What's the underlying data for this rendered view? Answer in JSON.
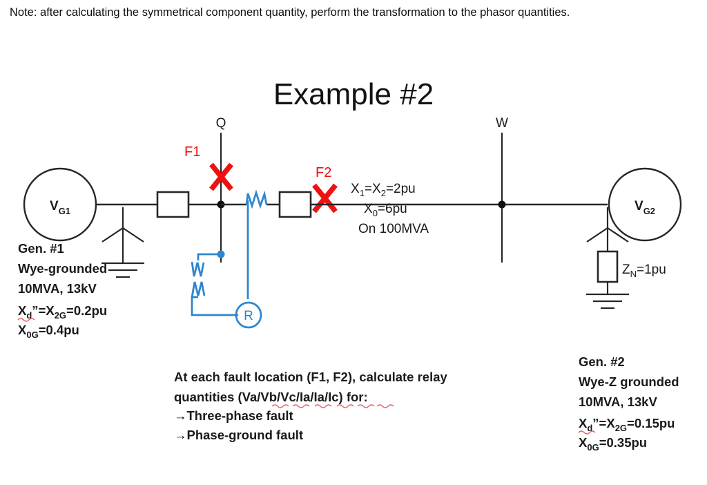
{
  "note": "Note: after calculating the symmetrical component quantity, perform the transformation to the phasor quantities.",
  "title": "Example #2",
  "colors": {
    "fault_red": "#ee1111",
    "relay_blue": "#2e86d0",
    "line_black": "#262626",
    "spellcheck_red": "#e8656a"
  },
  "diagram": {
    "generators": [
      {
        "id": "g1",
        "symbol_label": "V",
        "symbol_sub": "G1",
        "spec_lines": [
          "Gen. #1",
          "Wye-grounded",
          "10MVA, 13kV"
        ],
        "reactance_1": {
          "pre": "X",
          "pre_sub": "d",
          "prime": "”",
          "mid": "=X",
          "mid_sub": "2G",
          "post": "=0.2pu"
        },
        "reactance_2": {
          "pre": "X",
          "pre_sub": "0G",
          "post": "=0.4pu"
        },
        "grounding": "wye-grounded-solid"
      },
      {
        "id": "g2",
        "symbol_label": "V",
        "symbol_sub": "G2",
        "spec_lines": [
          "Gen. #2",
          "Wye-Z grounded",
          "10MVA, 13kV"
        ],
        "reactance_1": {
          "pre": "X",
          "pre_sub": "d",
          "prime": "”",
          "mid": "=X",
          "mid_sub": "2G",
          "post": "=0.15pu"
        },
        "reactance_2": {
          "pre": "X",
          "pre_sub": "0G",
          "post": "=0.35pu"
        },
        "grounding": "wye-impedance-grounded",
        "neutral_impedance": {
          "label": "Z",
          "sub": "N",
          "value": "=1pu"
        }
      }
    ],
    "buses": [
      {
        "name": "Q",
        "label": "Q"
      },
      {
        "name": "W",
        "label": "W"
      }
    ],
    "faults": [
      {
        "id": "F1",
        "label": "F1"
      },
      {
        "id": "F2",
        "label": "F2"
      }
    ],
    "line_data": [
      {
        "pre": "X",
        "pre_sub": "1",
        "mid": "=X",
        "mid_sub": "2",
        "post": "=2pu"
      },
      {
        "pre": "X",
        "pre_sub": "0",
        "post": "=6pu"
      },
      {
        "plain": "On 100MVA"
      }
    ],
    "relay": {
      "label": "R",
      "ct_name": "current-transformer",
      "pt_name": "potential-transformer"
    },
    "breakers": [
      {
        "id": "breaker-1"
      },
      {
        "id": "breaker-2"
      }
    ]
  },
  "question": {
    "line1": "At each fault location (F1, F2), calculate relay",
    "line2_pre": "quantities (",
    "line2_misspelled": "Va/Vb/Vc/Ia/Ia/Ic",
    "line2_post": ") for:",
    "bullets": [
      {
        "arrow": "→",
        "text": "Three-phase fault"
      },
      {
        "arrow": "→",
        "text": "Phase-ground fault"
      }
    ]
  }
}
